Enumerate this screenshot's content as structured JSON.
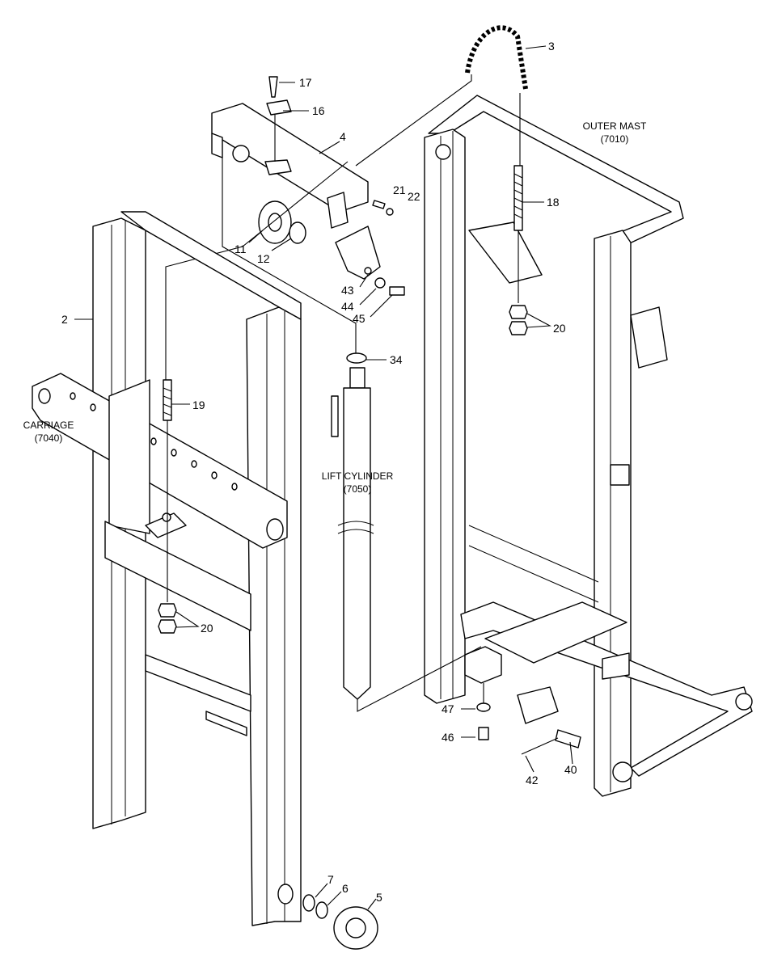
{
  "callouts": [
    {
      "id": "c3",
      "text": "3"
    },
    {
      "id": "c17",
      "text": "17"
    },
    {
      "id": "c16",
      "text": "16"
    },
    {
      "id": "c4",
      "text": "4"
    },
    {
      "id": "c21",
      "text": "21"
    },
    {
      "id": "c22",
      "text": "22"
    },
    {
      "id": "c18",
      "text": "18"
    },
    {
      "id": "c11",
      "text": "11"
    },
    {
      "id": "c12",
      "text": "12"
    },
    {
      "id": "c43",
      "text": "43"
    },
    {
      "id": "c44",
      "text": "44"
    },
    {
      "id": "c45",
      "text": "45"
    },
    {
      "id": "c20a",
      "text": "20"
    },
    {
      "id": "c2",
      "text": "2"
    },
    {
      "id": "c34",
      "text": "34"
    },
    {
      "id": "c19",
      "text": "19"
    },
    {
      "id": "c20b",
      "text": "20"
    },
    {
      "id": "c47",
      "text": "47"
    },
    {
      "id": "c46",
      "text": "46"
    },
    {
      "id": "c42",
      "text": "42"
    },
    {
      "id": "c40",
      "text": "40"
    },
    {
      "id": "c7",
      "text": "7"
    },
    {
      "id": "c6",
      "text": "6"
    },
    {
      "id": "c5",
      "text": "5"
    }
  ],
  "assemblies": {
    "outer_mast": {
      "name": "OUTER MAST",
      "code": "(7010)"
    },
    "carriage": {
      "name": "CARRIAGE",
      "code": "(7040)"
    },
    "lift_cylinder": {
      "name": "LIFT CYLINDER",
      "code": "(7050)"
    }
  }
}
